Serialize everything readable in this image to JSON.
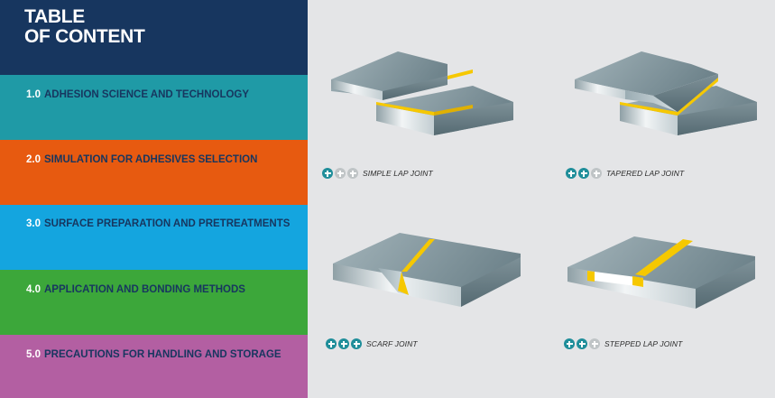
{
  "sidebar": {
    "title_line1": "TABLE",
    "title_line2": "OF CONTENT",
    "items": [
      {
        "number": "1.0",
        "label": "ADHESION SCIENCE AND TECHNOLOGY",
        "color": "#1f9aa6"
      },
      {
        "number": "2.0",
        "label": "SIMULATION FOR ADHESIVES SELECTION",
        "color": "#e75a10"
      },
      {
        "number": "3.0",
        "label": "SURFACE PREPARATION AND PRETREATMENTS",
        "color": "#14a5df"
      },
      {
        "number": "4.0",
        "label": "APPLICATION AND BONDING METHODS",
        "color": "#3ca73a"
      },
      {
        "number": "5.0",
        "label": "PRECAUTIONS FOR HANDLING AND STORAGE",
        "color": "#b35fa2"
      }
    ]
  },
  "joints": [
    {
      "name": "SIMPLE LAP JOINT",
      "rating": 1,
      "max_rating": 3,
      "icon": "simple-lap-joint-illustration"
    },
    {
      "name": "TAPERED LAP JOINT",
      "rating": 2,
      "max_rating": 3,
      "icon": "tapered-lap-joint-illustration"
    },
    {
      "name": "SCARF JOINT",
      "rating": 3,
      "max_rating": 3,
      "icon": "scarf-joint-illustration"
    },
    {
      "name": "STEPPED LAP JOINT",
      "rating": 2,
      "max_rating": 3,
      "icon": "stepped-lap-joint-illustration"
    }
  ],
  "colors": {
    "header_navy": "#17365f",
    "adhesive_yellow": "#f6c800",
    "rating_on": "#1f8e9a",
    "rating_off": "#bfc4c6",
    "background": "#e4e5e7"
  }
}
